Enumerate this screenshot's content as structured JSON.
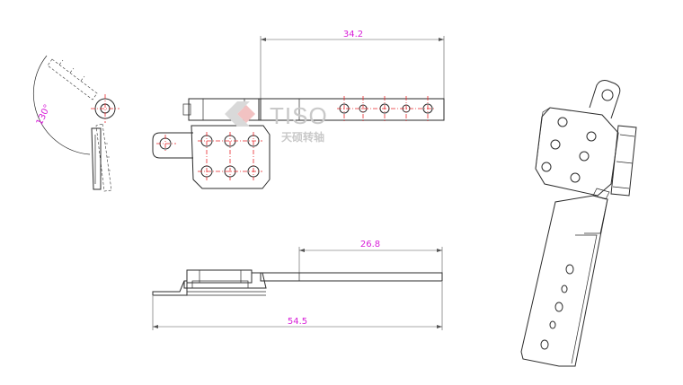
{
  "dimensions": {
    "top_length": "34.2",
    "side_length": "26.8",
    "overall_length": "54.5",
    "angle": "130°"
  },
  "brand": {
    "name": "TISO",
    "subtitle": "天硕转轴"
  },
  "colors": {
    "dimension_text": "#d81fd8",
    "center_lines": "#e8262a",
    "outline": "#2b2b2b",
    "watermark": "#c9c9c9"
  }
}
